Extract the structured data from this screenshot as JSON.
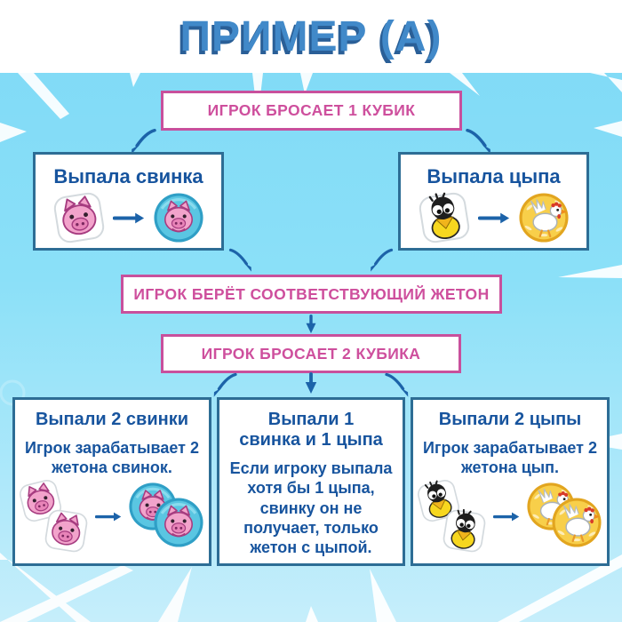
{
  "title": "ПРИМЕР (А)",
  "flow": {
    "step1": "ИГРОК БРОСАЕТ 1 КУБИК",
    "step2": "ИГРОК БЕРЁТ СООТВЕТСТВУЮЩИЙ ЖЕТОН",
    "step3": "ИГРОК БРОСАЕТ 2 КУБИКА",
    "branch_pig": {
      "header": "Выпала свинка"
    },
    "branch_chick": {
      "header": "Выпала цыпа"
    },
    "outcomes": [
      {
        "header": "Выпали 2 свинки",
        "body": "Игрок зарабатывает 2 жетона свинок."
      },
      {
        "header": "Выпали 1 свинка и 1 цыпа",
        "body": "Если игроку выпала хотя бы 1 цыпа, свинку он не получает, только жетон с цыпой."
      },
      {
        "header": "Выпали 2 цыпы",
        "body": "Игрок зарабатывает 2 жетона цып."
      }
    ]
  },
  "icons": {
    "pig_die": "pig-die-icon",
    "chick_die": "chick-die-icon",
    "pig_token": "pig-token-icon",
    "chick_token": "chick-token-icon",
    "arrow_right": "arrow-right-icon",
    "flow_arrow_down": "arrow-down-icon"
  },
  "colors": {
    "title_blue": "#4189c9",
    "accent_pink": "#c8509c",
    "text_blue": "#17549e",
    "background_blue": "#8be0f8",
    "arrow_blue": "#1c63a9",
    "box_border_blue": "#2d6d95",
    "pig_token_blue": "#5ac6e2",
    "pig_pink": "#f2a3cb",
    "chick_token_yellow": "#f8cf4a"
  }
}
